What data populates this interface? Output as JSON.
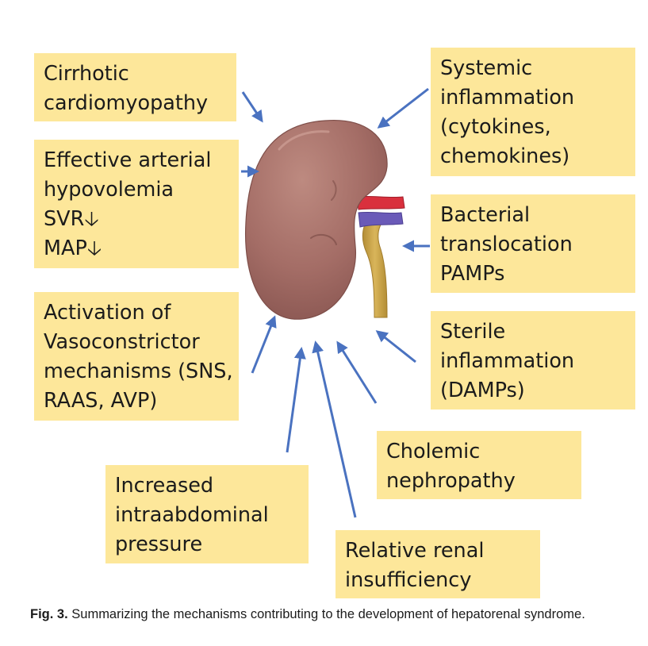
{
  "boxes": {
    "cirrhotic": {
      "lines": [
        "Cirrhotic",
        "cardiomyopathy"
      ]
    },
    "arterial": {
      "lines": [
        "Effective arterial",
        "hypovolemia",
        "SVR🡣",
        "MAP🡣"
      ]
    },
    "vasoconstrictor": {
      "lines": [
        "Activation of",
        "Vasoconstrictor",
        "mechanisms (SNS,",
        "RAAS, AVP)"
      ]
    },
    "intraabdominal": {
      "lines": [
        "Increased",
        "intraabdominal",
        "pressure"
      ]
    },
    "renal": {
      "lines": [
        "Relative renal",
        "insufficiency"
      ]
    },
    "cholemic": {
      "lines": [
        "Cholemic",
        "nephropathy"
      ]
    },
    "sterile": {
      "lines": [
        "Sterile",
        "inflammation",
        "(DAMPs)"
      ]
    },
    "bacterial": {
      "lines": [
        "Bacterial",
        "translocation",
        "PAMPs"
      ]
    },
    "systemic": {
      "lines": [
        "Systemic",
        "inflammation",
        "(cytokines,",
        "chemokines)"
      ]
    }
  },
  "caption": {
    "label": "Fig. 3.",
    "text": "Summarizing the mechanisms contributing to the development of hepatorenal syndrome."
  },
  "colors": {
    "box_fill": "#fde79a",
    "arrow": "#4a72c0",
    "kidney": "#a8706a",
    "artery": "#d9303d",
    "vein": "#6a5ab8",
    "ureter": "#c9a44a"
  }
}
